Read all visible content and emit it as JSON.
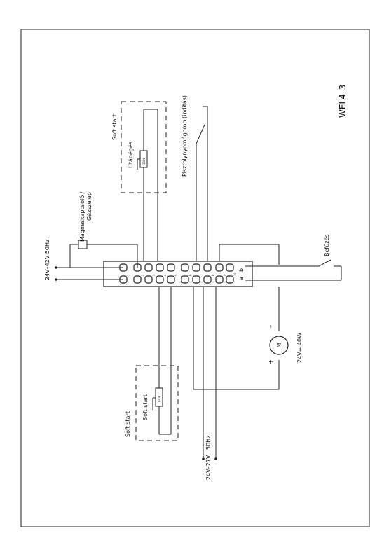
{
  "drawing": {
    "title": "WEL4–3",
    "supply_label": "24V–42V 50Hz",
    "contactor_label_line1": "Mágneskapcsoló /",
    "contactor_label_line2": "Gázszelep",
    "soft_start_top_label": "Soft start",
    "soft_start_top_inner": "Utánégés",
    "resistor_label": "100k",
    "gun_switch_label": "Pisztolynyomógomb (indítás)",
    "ignition_label": "Befűzés",
    "motor_symbol": "M",
    "motor_minus": "–",
    "motor_plus": "+",
    "motor_rating": "24V= 40W",
    "soft_start_bottom_outer": "Soft start",
    "soft_start_bottom_inner": "Soft start",
    "bottom_supply_line1": "24V–27V",
    "bottom_supply_line2": "50Hz",
    "terminal_numbers": [
      "1",
      "2",
      "3",
      "4",
      "5",
      "6",
      "7",
      "8",
      "9",
      "10"
    ],
    "terminal_extra_labels": [
      "a",
      "b"
    ]
  }
}
